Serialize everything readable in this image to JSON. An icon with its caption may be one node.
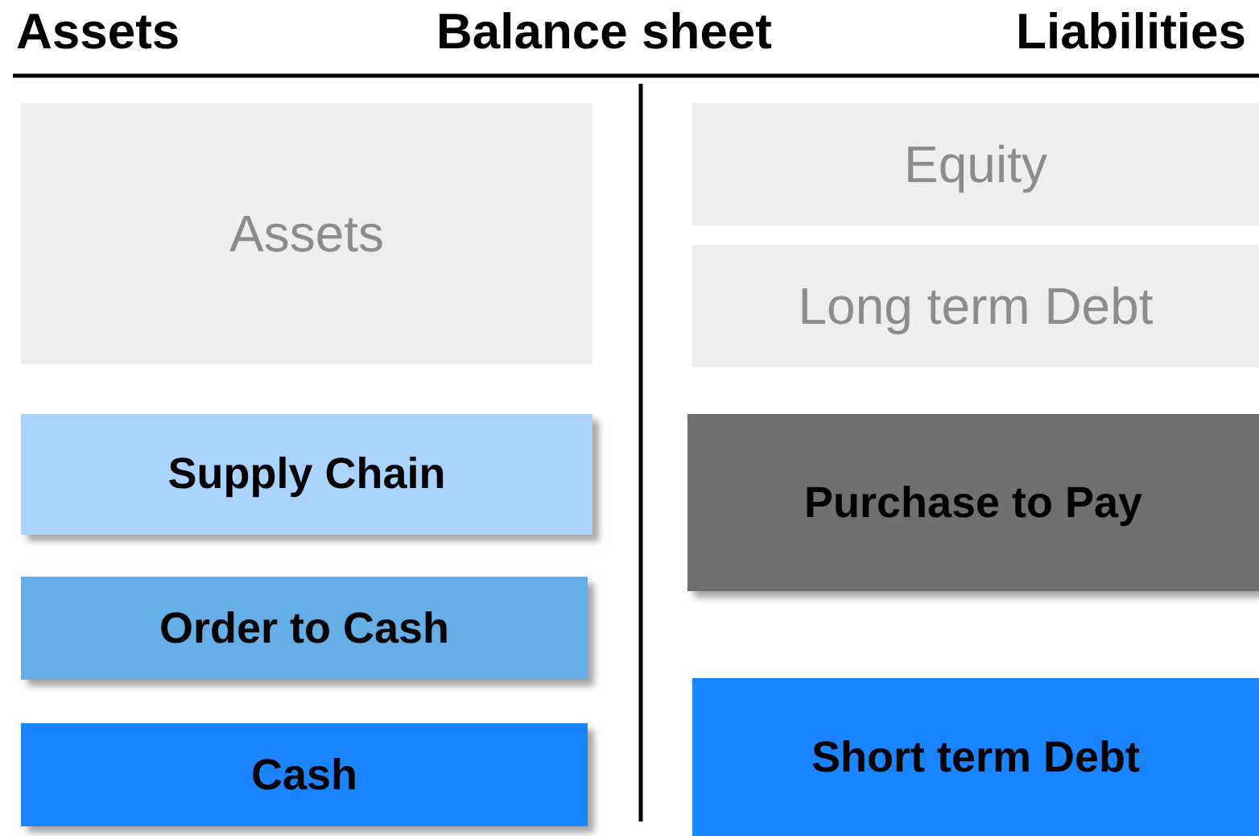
{
  "diagram": {
    "title": "Balance sheet",
    "nodes": [
      {
        "text": [
          "Assets"
        ]
      },
      {
        "text": [
          "Supply Chain"
        ]
      },
      {
        "text": [
          "Order to Cash"
        ]
      },
      {
        "text": [
          "Cash"
        ]
      },
      {
        "text": [
          "Equity"
        ]
      },
      {
        "text": [
          "Long term Debt"
        ]
      },
      {
        "text": [
          "Purchase to Pay"
        ]
      },
      {
        "text": [
          "Short term Debt"
        ]
      }
    ],
    "labels": [
      "Assets",
      "Liabilities"
    ]
  }
}
